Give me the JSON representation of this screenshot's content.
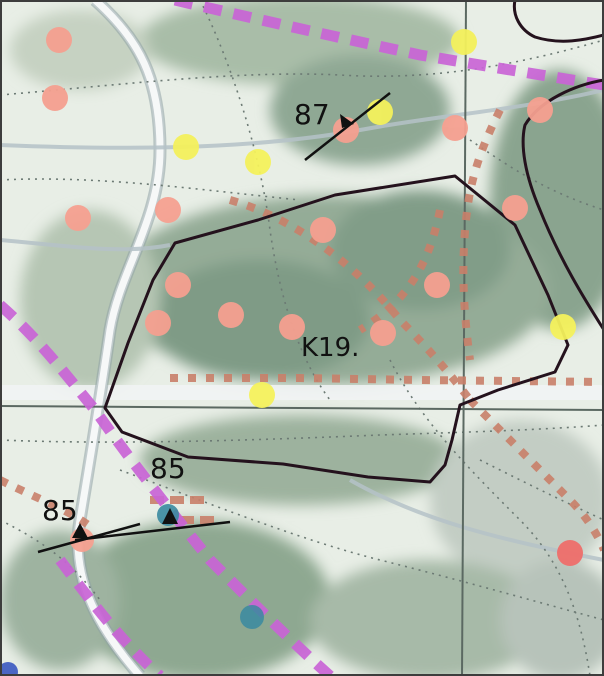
{
  "map": {
    "area_label": "K19.",
    "markers": [
      {
        "id": "bench-87",
        "label": "87"
      },
      {
        "id": "bench-85-right",
        "label": "85"
      },
      {
        "id": "bench-85-left",
        "label": "85"
      }
    ]
  },
  "colors": {
    "boundary": "#24121d",
    "purple_route": "#c964d6",
    "orange_route": "#c9806a",
    "salmon_dot": "#f5a090",
    "yellow_dot": "#f4f15c",
    "blue_dot": "#3a8aa0",
    "red_dot": "#ee6e6a",
    "vegetation": "#9bb19a",
    "vegetation_dark": "#7e9a85",
    "road": "#b8c6c4",
    "grid_line": "#5c6a62"
  }
}
